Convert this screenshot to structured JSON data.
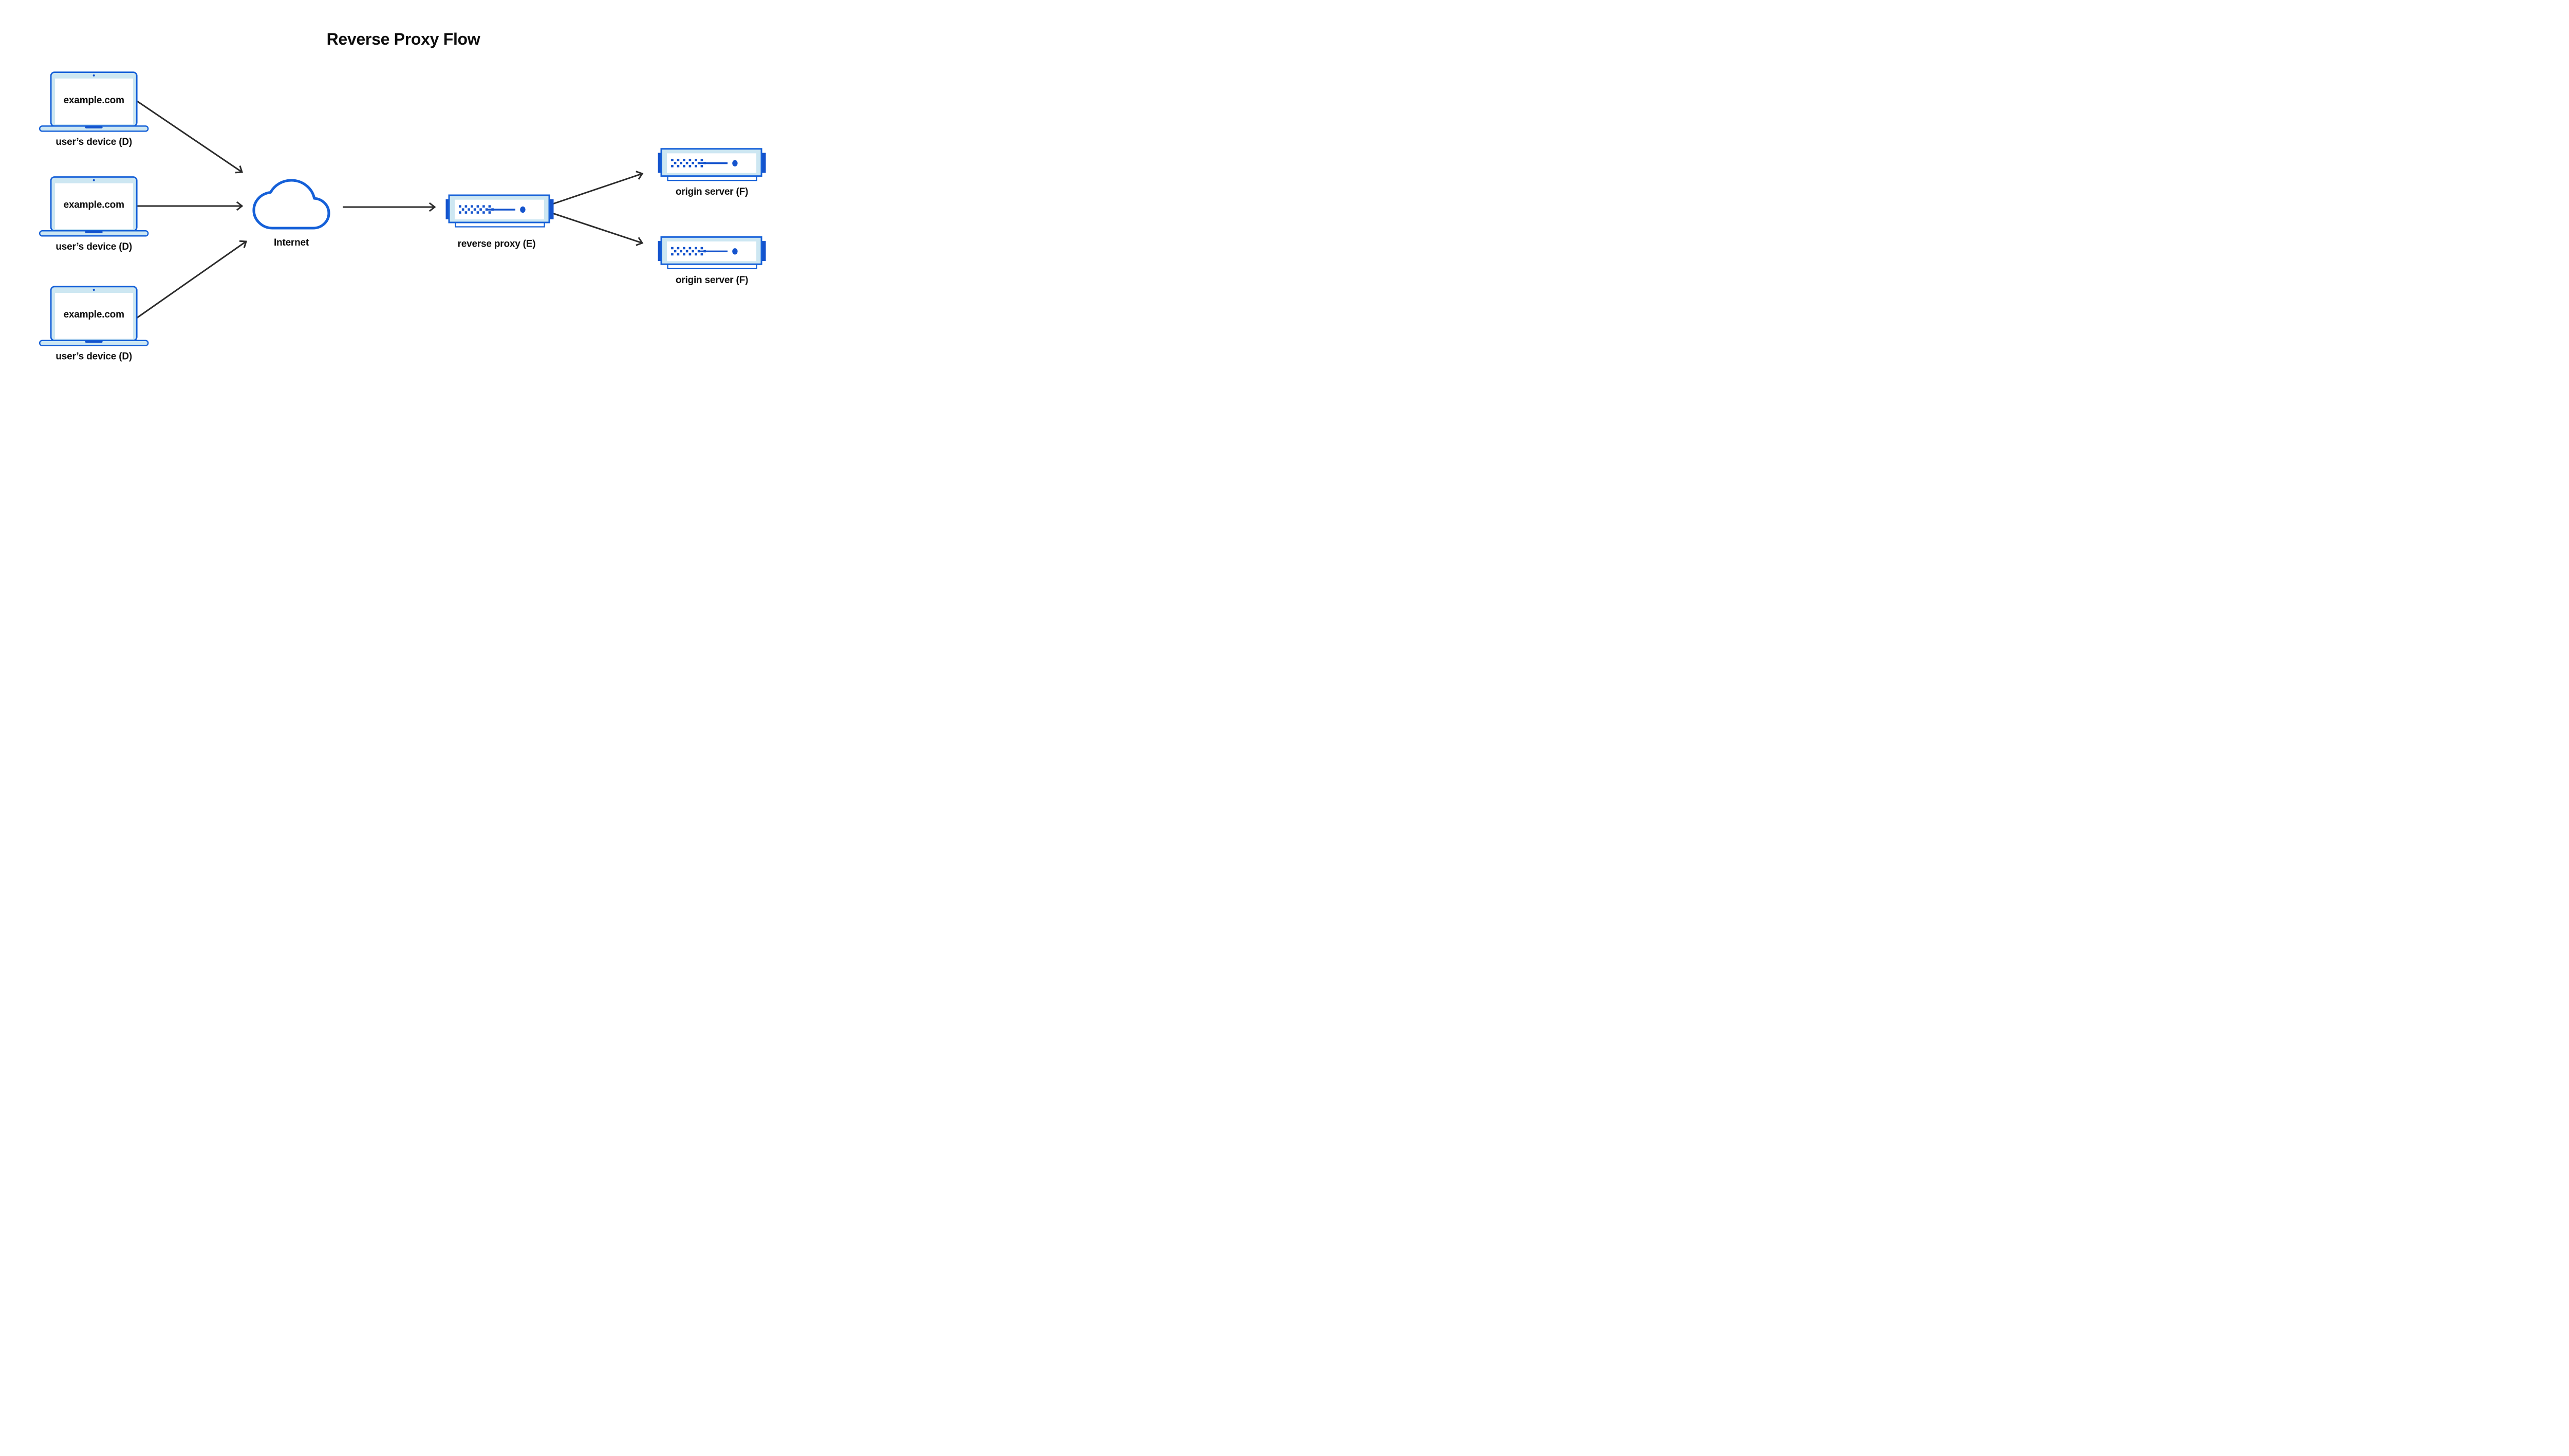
{
  "title": "Reverse Proxy Flow",
  "nodes": {
    "device1": {
      "screen": "example.com",
      "label": "user’s device (D)"
    },
    "device2": {
      "screen": "example.com",
      "label": "user’s device (D)"
    },
    "device3": {
      "screen": "example.com",
      "label": "user’s device (D)"
    },
    "internet": {
      "label": "Internet"
    },
    "proxy": {
      "label": "reverse proxy (E)"
    },
    "origin1": {
      "label": "origin server (F)"
    },
    "origin2": {
      "label": "origin server (F)"
    }
  },
  "colors": {
    "stroke_blue": "#1560d8",
    "accent_blue": "#1453cd",
    "light_blue": "#cde7f2",
    "arrow": "#2b2b2b",
    "text": "#0d0d0d",
    "background": "#ffffff"
  }
}
